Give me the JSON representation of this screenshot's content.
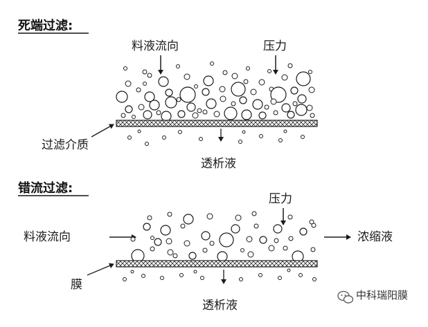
{
  "dead_end": {
    "title": "死端过滤:",
    "feed_flow": "料液流向",
    "pressure": "压力",
    "filter_medium": "过滤介质",
    "permeate": "透析液"
  },
  "cross_flow": {
    "title": "错流过滤:",
    "pressure": "压力",
    "feed_flow": "料液流向",
    "retentate": "浓缩液",
    "membrane": "膜",
    "permeate": "透析液"
  },
  "watermark": {
    "text": "中科瑞阳膜",
    "icon": "wechat-icon"
  },
  "colors": {
    "ink": "#1a1a1a",
    "bubble_fill": "#ffffff"
  }
}
